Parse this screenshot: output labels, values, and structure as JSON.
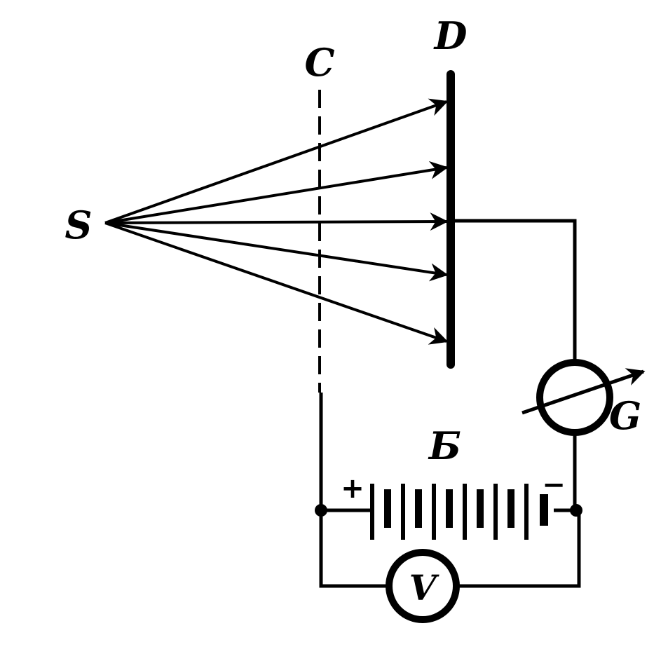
{
  "labels": {
    "source": "S",
    "grid": "C",
    "plate": "D",
    "galvanometer": "G",
    "battery": "Б",
    "voltmeter": "V",
    "plus": "+",
    "minus": "−"
  },
  "colors": {
    "ink": "#000000",
    "background": "#ffffff"
  }
}
